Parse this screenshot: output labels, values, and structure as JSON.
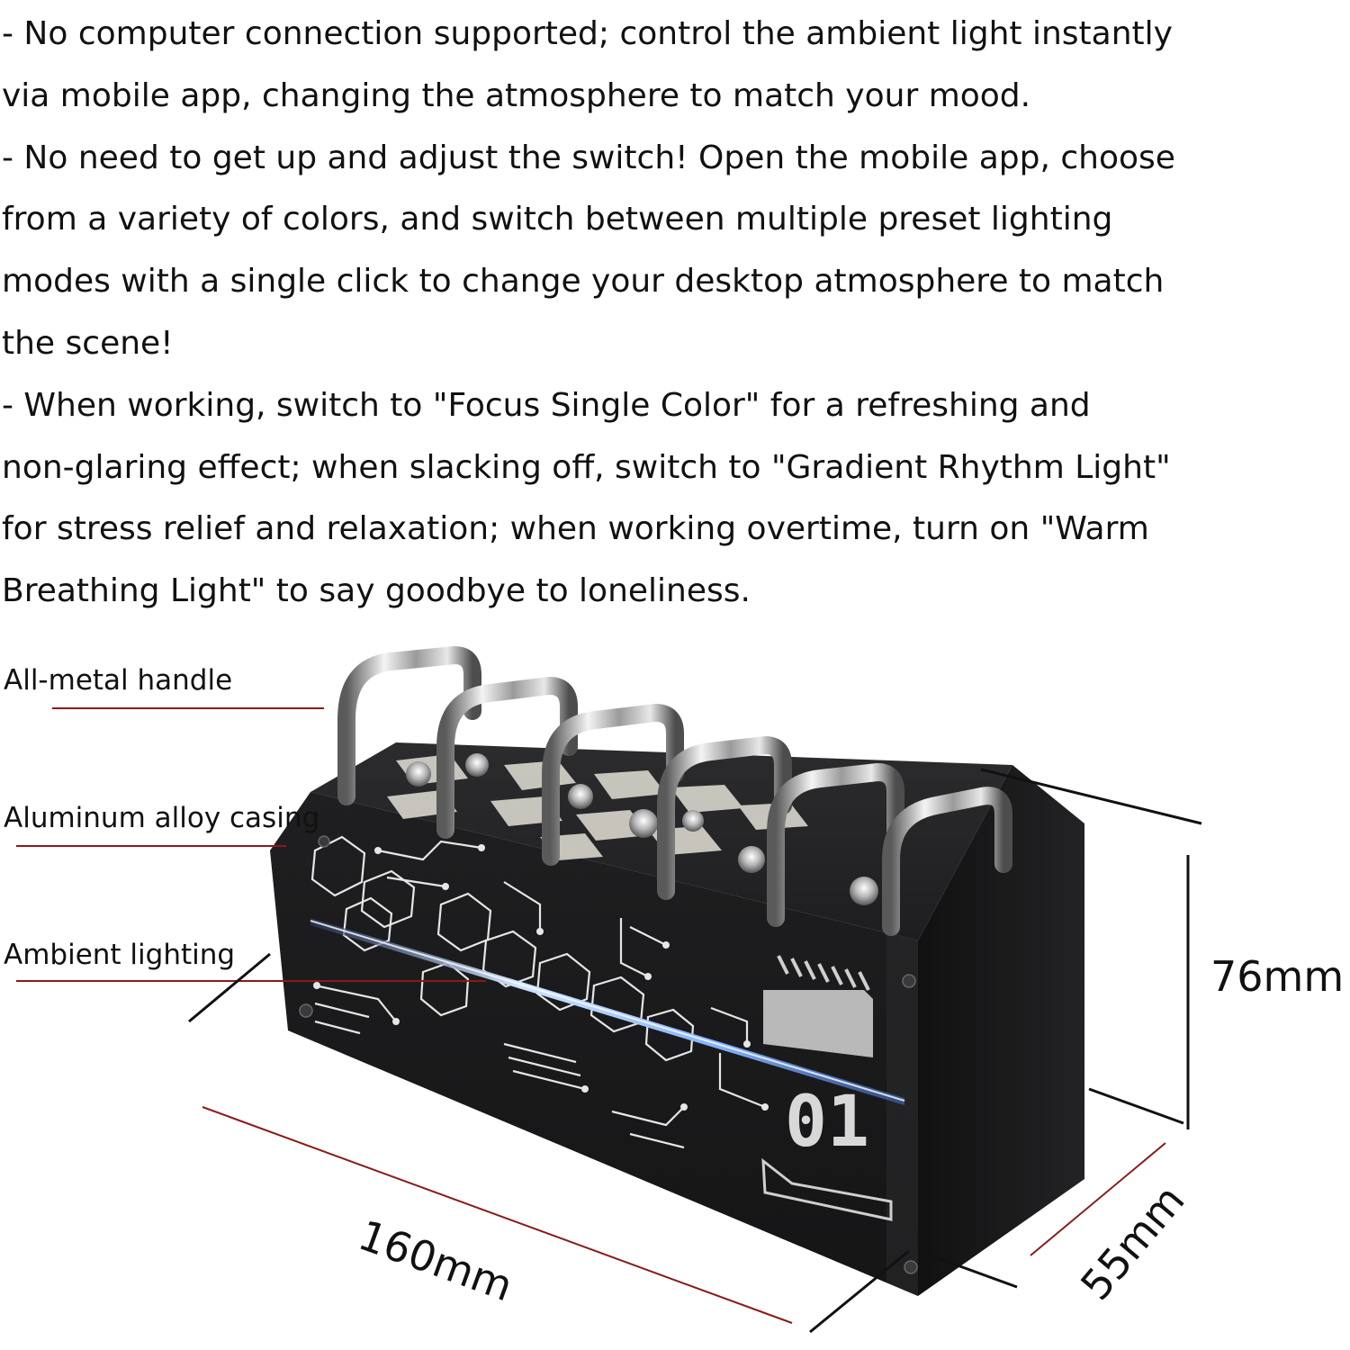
{
  "description": [
    "- No computer connection supported; control the ambient light instantly",
    "via mobile app, changing the atmosphere to match your mood.",
    "- No need to get up and adjust the switch! Open the mobile app, choose",
    "from a variety of colors, and switch between multiple preset lighting",
    "modes with a single click to change your desktop atmosphere to match",
    "the scene!",
    "- When working, switch to \"Focus Single Color\" for a refreshing and",
    "non-glaring effect; when slacking off, switch to \"Gradient Rhythm Light\"",
    "for stress relief and relaxation; when working overtime, turn on \"Warm",
    "Breathing Light\" to say goodbye to loneliness."
  ],
  "callouts": {
    "handle": "All-metal handle",
    "casing": "Aluminum alloy casing",
    "lighting": "Ambient lighting"
  },
  "dimensions": {
    "height": "76mm",
    "length": "160mm",
    "depth": "55mm"
  },
  "device": {
    "number_label": "01",
    "switch_count": 6
  },
  "colors": {
    "callout_line": "#8b1a1a",
    "body": "#1b1b1c",
    "light_strip": "#9cc8ff"
  }
}
